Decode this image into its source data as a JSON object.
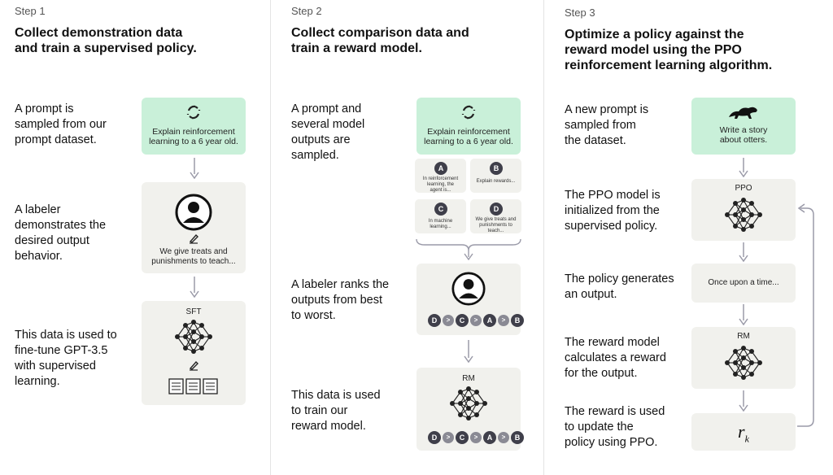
{
  "steps": [
    {
      "label": "Step 1",
      "title_lines": [
        "Collect demonstration data",
        "and train a supervised policy."
      ],
      "descs": [
        [
          "A prompt is",
          "sampled from our",
          "prompt dataset."
        ],
        [
          "A labeler",
          "demonstrates the",
          "desired output",
          "behavior."
        ],
        [
          "This data is used to",
          "fine-tune GPT-3.5",
          "with supervised",
          "learning."
        ]
      ],
      "prompt_lines": [
        "Explain reinforcement",
        "learning to a 6 year old."
      ],
      "demo_lines": [
        "We give treats and",
        "punishments to teach..."
      ],
      "model_label": "SFT"
    },
    {
      "label": "Step 2",
      "title_lines": [
        "Collect comparison data and",
        "train a reward model."
      ],
      "descs": [
        [
          "A prompt and",
          "several model",
          "outputs are",
          "sampled."
        ],
        [
          "A labeler ranks the",
          "outputs from best",
          "to worst."
        ],
        [
          "This data is used",
          "to train our",
          "reward model."
        ]
      ],
      "prompt_lines": [
        "Explain reinforcement",
        "learning to a 6 year old."
      ],
      "outputs": [
        {
          "letter": "A",
          "text": [
            "In reinforcement",
            "learning, the",
            "agent is..."
          ]
        },
        {
          "letter": "B",
          "text": [
            "Explain rewards..."
          ]
        },
        {
          "letter": "C",
          "text": [
            "In machine",
            "learning..."
          ]
        },
        {
          "letter": "D",
          "text": [
            "We give treats and",
            "punishments to",
            "teach..."
          ]
        }
      ],
      "ranking": [
        "D",
        "C",
        "A",
        "B"
      ],
      "gt_symbol": ">",
      "model_label": "RM"
    },
    {
      "label": "Step 3",
      "title_lines": [
        "Optimize a policy against the",
        "reward model using the PPO",
        "reinforcement learning algorithm."
      ],
      "descs": [
        [
          "A new prompt is",
          "sampled from",
          "the dataset."
        ],
        [
          "The PPO model is",
          "initialized from the",
          "supervised policy."
        ],
        [
          "The policy generates",
          "an output."
        ],
        [
          "The reward model",
          "calculates a reward",
          "for the output."
        ],
        [
          "The reward is used",
          "to update the",
          "policy using PPO."
        ]
      ],
      "prompt_lines": [
        "Write a story",
        "about otters."
      ],
      "ppo_label": "PPO",
      "output_text": "Once upon a time...",
      "rm_label": "RM",
      "reward_symbol": "r",
      "reward_sub": "k"
    }
  ],
  "colors": {
    "green_box": "#c9f0d9",
    "grey_box": "#f1f1ed",
    "dark": "#3f3f4a",
    "arrow": "#9a9aa8"
  },
  "icons": [
    "recycle-arrows-icon",
    "labeler-person-icon",
    "pencil-icon",
    "neural-net-icon",
    "document-icon",
    "otter-icon",
    "loop-arrow-icon"
  ]
}
